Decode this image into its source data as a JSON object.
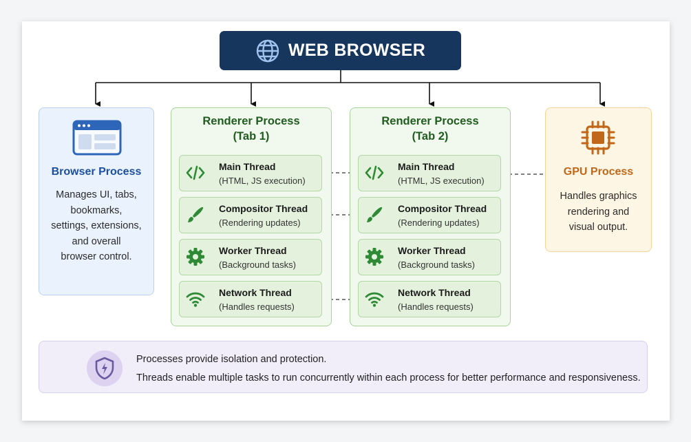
{
  "title": {
    "text": "WEB BROWSER",
    "icon": "globe-icon"
  },
  "browser_process": {
    "title": "Browser Process",
    "description_lines": [
      "Manages UI, tabs,",
      "bookmarks,",
      "settings, extensions,",
      "and overall",
      "browser control."
    ],
    "icon": "browser-window-icon"
  },
  "renderers": [
    {
      "title_line1": "Renderer Process",
      "title_line2": "(Tab 1)",
      "threads": [
        {
          "name": "Main Thread",
          "desc": "(HTML, JS execution)",
          "icon": "code-icon"
        },
        {
          "name": "Compositor Thread",
          "desc": "(Rendering updates)",
          "icon": "brush-icon"
        },
        {
          "name": "Worker Thread",
          "desc": "(Background tasks)",
          "icon": "gear-icon"
        },
        {
          "name": "Network Thread",
          "desc": "(Handles requests)",
          "icon": "wifi-icon"
        }
      ]
    },
    {
      "title_line1": "Renderer Process",
      "title_line2": "(Tab 2)",
      "threads": [
        {
          "name": "Main Thread",
          "desc": "(HTML, JS execution)",
          "icon": "code-icon"
        },
        {
          "name": "Compositor Thread",
          "desc": "(Rendering updates)",
          "icon": "brush-icon"
        },
        {
          "name": "Worker Thread",
          "desc": "(Background tasks)",
          "icon": "gear-icon"
        },
        {
          "name": "Network Thread",
          "desc": "(Handles requests)",
          "icon": "wifi-icon"
        }
      ]
    }
  ],
  "gpu_process": {
    "title": "GPU Process",
    "description_lines": [
      "Handles graphics",
      "rendering and",
      "visual output."
    ],
    "icon": "chip-icon"
  },
  "note": {
    "line1": "Processes provide isolation and protection.",
    "line2": "Threads enable multiple tasks to run concurrently within each process for better performance and responsiveness.",
    "icon": "shield-icon"
  },
  "colors": {
    "title_bg": "#17365d",
    "browser_accent": "#1d4fa0",
    "renderer_accent": "#1f5c1e",
    "thread_icon": "#2f8a36",
    "gpu_accent": "#c0671a",
    "note_accent": "#6a5aa0"
  }
}
